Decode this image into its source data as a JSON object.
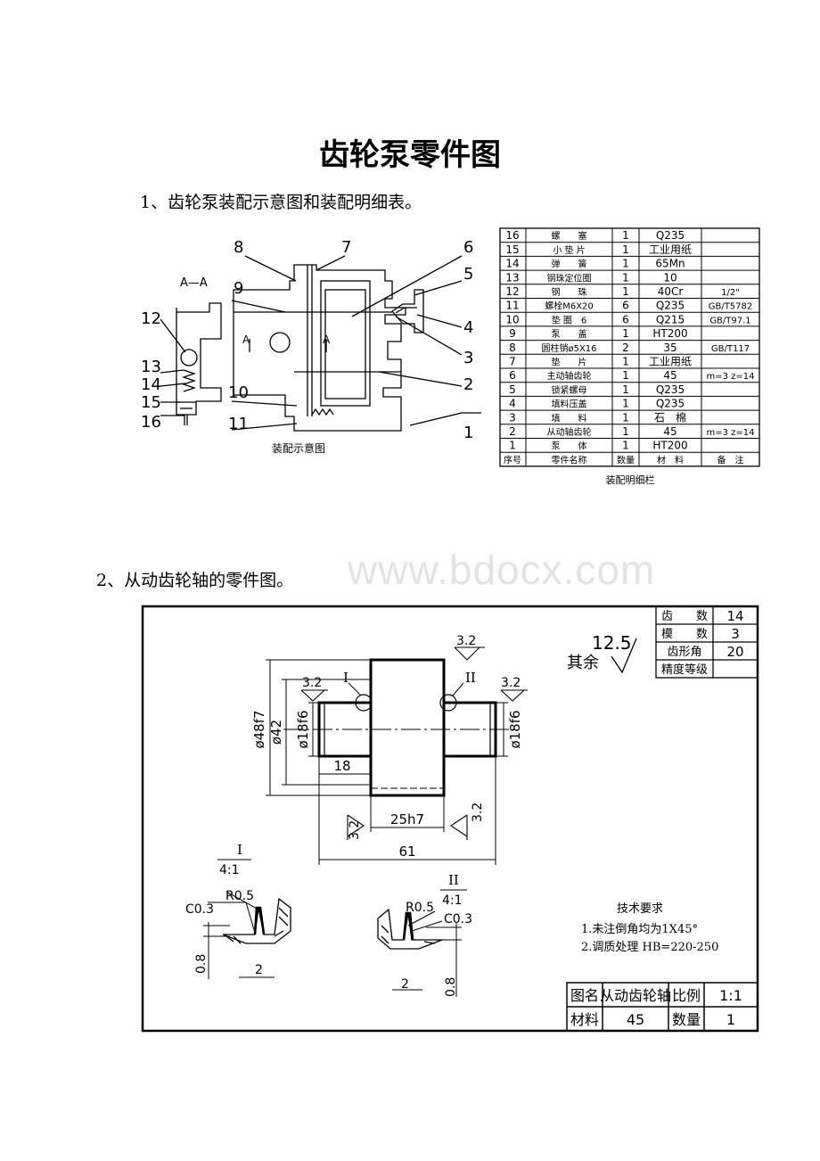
{
  "page_title": "齿轮泵零件图",
  "section1": "1、齿轮泵装配示意图和装配明细表。",
  "section2": "2、从动齿轮轴的零件图。",
  "watermark": "www.bdocx.com",
  "assembly_diagram": {
    "view_label": "A—A",
    "section_mark": "A",
    "caption": "装配示意图",
    "callouts": [
      "1",
      "2",
      "3",
      "4",
      "5",
      "6",
      "7",
      "8",
      "9",
      "10",
      "11",
      "12",
      "13",
      "14",
      "15",
      "16"
    ]
  },
  "bom": {
    "caption": "装配明细栏",
    "headers": [
      "序号",
      "零件名称",
      "数量",
      "材　料",
      "备　注"
    ],
    "rows": [
      [
        "16",
        "螺　　塞",
        "1",
        "Q235",
        ""
      ],
      [
        "15",
        "小 垫 片",
        "1",
        "工业用纸",
        ""
      ],
      [
        "14",
        "弹　　簧",
        "1",
        "65Mn",
        ""
      ],
      [
        "13",
        "钢珠定位圈",
        "1",
        "10",
        ""
      ],
      [
        "12",
        "钢　　珠",
        "1",
        "40Cr",
        "1/2\""
      ],
      [
        "11",
        "螺栓M6X20",
        "6",
        "Q235",
        "GB/T5782"
      ],
      [
        "10",
        "垫 圈　6",
        "6",
        "Q215",
        "GB/T97.1"
      ],
      [
        "9",
        "泵　　盖",
        "1",
        "HT200",
        ""
      ],
      [
        "8",
        "圆柱销ø5X16",
        "2",
        "35",
        "GB/T117"
      ],
      [
        "7",
        "垫　　片",
        "1",
        "工业用纸",
        ""
      ],
      [
        "6",
        "主动轴齿轮",
        "1",
        "45",
        "m=3 z=14"
      ],
      [
        "5",
        "锁紧螺母",
        "1",
        "Q235",
        ""
      ],
      [
        "4",
        "填料压盖",
        "1",
        "Q235",
        ""
      ],
      [
        "3",
        "填　　料",
        "1",
        "石　棉",
        ""
      ],
      [
        "2",
        "从动轴齿轮",
        "1",
        "45",
        "m=3 z=14"
      ],
      [
        "1",
        "泵　　体",
        "1",
        "HT200",
        ""
      ]
    ]
  },
  "part_drawing": {
    "gear_params": [
      [
        "齿　　数",
        "14"
      ],
      [
        "模　　数",
        "3"
      ],
      [
        "齿形角",
        "20"
      ],
      [
        "精度等级",
        ""
      ]
    ],
    "roughness_other_label": "其余",
    "roughness_other_value": "12.5",
    "roughness_values": [
      "3.2",
      "3.2",
      "3.2",
      "3.2",
      "3.2"
    ],
    "dims": {
      "d48": "ø48f7",
      "d42": "ø42",
      "d18_left": "ø18f6",
      "d18_right": "ø18f6",
      "len18": "18",
      "w25": "25h7",
      "len61": "61"
    },
    "detail_marks": [
      "I",
      "II"
    ],
    "detail_I": {
      "mark": "I",
      "scale": "4:1",
      "chamfer": "C0.3",
      "radius": "R0.5",
      "depth": "0.8",
      "width": "2"
    },
    "detail_II": {
      "mark": "II",
      "scale": "4:1",
      "chamfer": "C0.3",
      "radius": "R0.5",
      "depth": "0.8",
      "width": "2"
    },
    "tech_req": {
      "title": "技术要求",
      "items": [
        "1.未注倒角均为1X45°",
        "2.调质处理 HB=220-250"
      ]
    },
    "title_block": {
      "name_label": "图名",
      "name_value": "从动齿轮轴",
      "scale_label": "比例",
      "scale_value": "1:1",
      "material_label": "材料",
      "material_value": "45",
      "qty_label": "数量",
      "qty_value": "1"
    }
  }
}
